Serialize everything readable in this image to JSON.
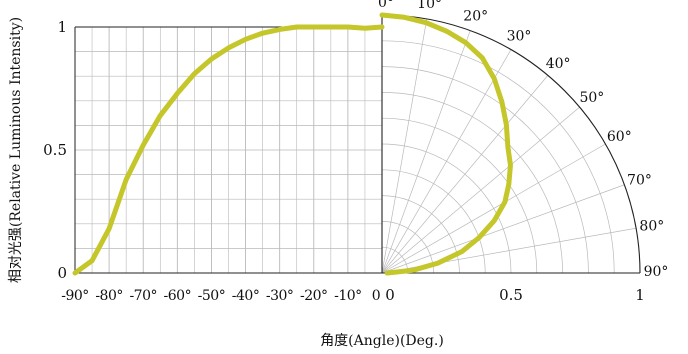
{
  "chart_data": {
    "type": "line",
    "title": "",
    "xlabel": "角度(Angle)(Deg.)",
    "ylabel": "相对光强(Relative Luminous Intensity)",
    "rect_panel": {
      "xlim": [
        -90,
        0
      ],
      "ylim": [
        0,
        1
      ],
      "x_ticks": [
        "-90°",
        "-80°",
        "-70°",
        "-60°",
        "-50°",
        "-40°",
        "-30°",
        "-20°",
        "-10°",
        "0"
      ],
      "y_ticks": [
        "0",
        "0.5",
        "1"
      ],
      "grid": true
    },
    "polar_panel": {
      "radius_ticks": [
        "0.5",
        "1"
      ],
      "angle_labels": [
        "0°",
        "10°",
        "20°",
        "30°",
        "40°",
        "50°",
        "60°",
        "70°",
        "80°",
        "90°"
      ],
      "grid": true
    },
    "series": [
      {
        "color": "#c4c629",
        "points": [
          [
            -90,
            0.0
          ],
          [
            -85,
            0.05
          ],
          [
            -80,
            0.18
          ],
          [
            -77,
            0.3
          ],
          [
            -75,
            0.38
          ],
          [
            -70,
            0.52
          ],
          [
            -65,
            0.64
          ],
          [
            -60,
            0.73
          ],
          [
            -55,
            0.81
          ],
          [
            -50,
            0.87
          ],
          [
            -45,
            0.915
          ],
          [
            -40,
            0.95
          ],
          [
            -35,
            0.975
          ],
          [
            -30,
            0.99
          ],
          [
            -25,
            1.0
          ],
          [
            -20,
            1.0
          ],
          [
            -15,
            1.0
          ],
          [
            -10,
            1.0
          ],
          [
            -5,
            0.995
          ],
          [
            0,
            1.0
          ],
          [
            5,
            0.995
          ],
          [
            10,
            0.985
          ],
          [
            15,
            0.97
          ],
          [
            20,
            0.95
          ],
          [
            25,
            0.92
          ],
          [
            30,
            0.87
          ],
          [
            35,
            0.81
          ],
          [
            40,
            0.75
          ],
          [
            45,
            0.69
          ],
          [
            50,
            0.65
          ],
          [
            55,
            0.6
          ],
          [
            60,
            0.55
          ],
          [
            65,
            0.48
          ],
          [
            70,
            0.4
          ],
          [
            75,
            0.32
          ],
          [
            80,
            0.22
          ],
          [
            85,
            0.12
          ],
          [
            90,
            0.02
          ]
        ]
      }
    ]
  }
}
